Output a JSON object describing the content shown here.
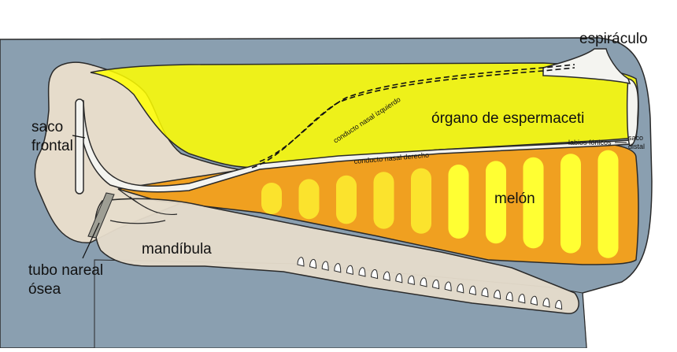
{
  "labels": {
    "blowhole": "espiráculo",
    "frontal_sac_line1": "saco",
    "frontal_sac_line2": "frontal",
    "spermaceti_organ": "órgano de espermaceti",
    "left_nasal_passage": "conducto nasal izquierdo",
    "right_nasal_passage": "conducto nasal derecho",
    "phonic_lips": "labios fónicos",
    "distal_sac_line1": "saco",
    "distal_sac_line2": "distal",
    "melon": "melón",
    "mandible": "mandíbula",
    "bony_nares_line1": "tubo nareal",
    "bony_nares_line2": "ósea"
  },
  "colors": {
    "skin": "#8a9fb0",
    "bone": "#e6dccb",
    "spermaceti": "#ffff00",
    "melon": "#f0a020",
    "melon_lens": "#ffff33",
    "passage": "#f4f4f0",
    "outline": "#2a2a2a"
  },
  "melon_segments": 10,
  "mandible_teeth": 22
}
